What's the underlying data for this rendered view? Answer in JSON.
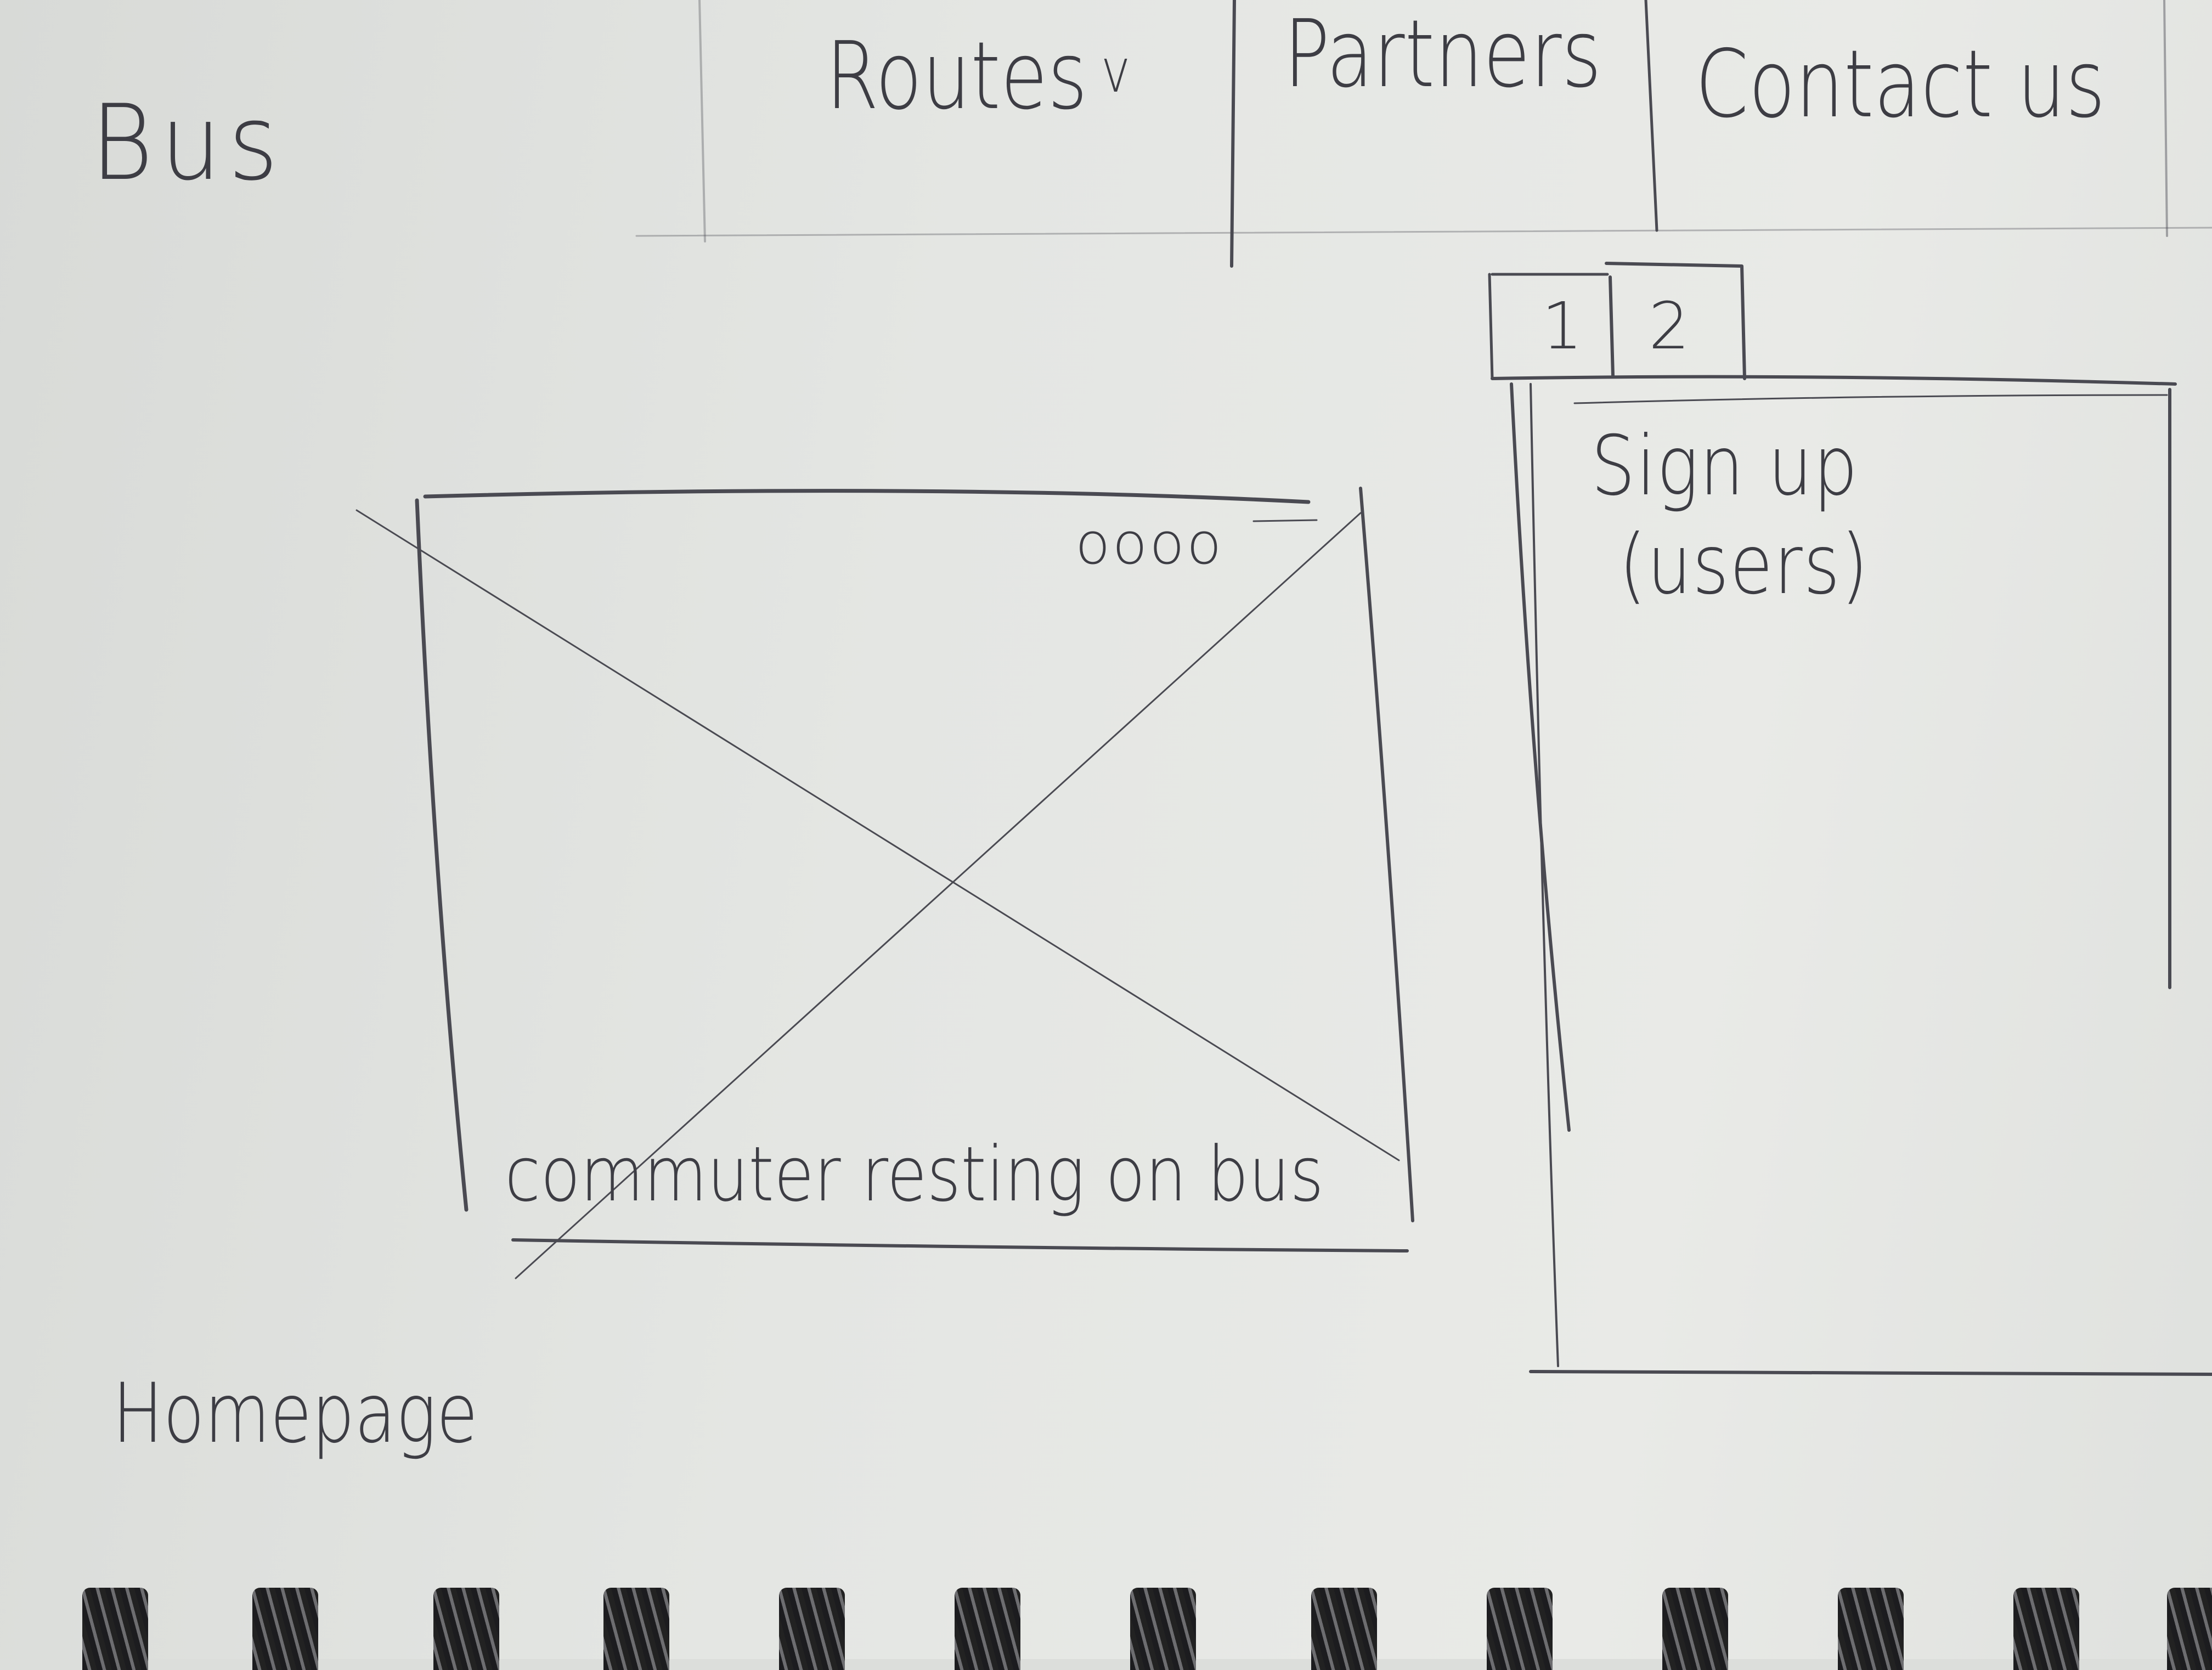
{
  "header": {
    "logo": "Bus",
    "nav": [
      {
        "label": "Routes",
        "has_dropdown": true,
        "chevron": "v"
      },
      {
        "label": "Partners",
        "has_dropdown": false
      },
      {
        "label": "Contact us",
        "has_dropdown": false
      }
    ]
  },
  "hero": {
    "image_placeholder": true,
    "caption": "commuter resting on bus",
    "slide_indicator": "oooo",
    "slide_count": 4
  },
  "side_panel": {
    "tabs": [
      {
        "label": "1"
      },
      {
        "label": "2"
      }
    ],
    "active_tab": "2",
    "title_line1": "Sign up",
    "title_line2": "(users)"
  },
  "page_label": "Homepage",
  "colors": {
    "paper": "#e4e6e3",
    "pencil": "#4a4a52",
    "spiral": "#1c1c1f"
  }
}
